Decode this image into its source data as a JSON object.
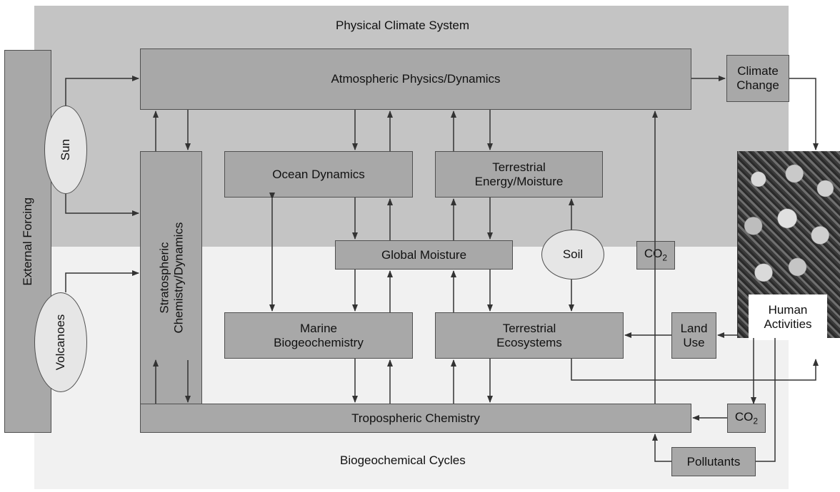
{
  "sections": {
    "top": "Physical Climate System",
    "bottom": "Biogeochemical Cycles"
  },
  "boxes": {
    "atmospheric": "Atmospheric Physics/Dynamics",
    "climate_change_line1": "Climate",
    "climate_change_line2": "Change",
    "external_forcing": "External Forcing",
    "stratospheric_line1": "Stratospheric",
    "stratospheric_line2": "Chemistry/Dynamics",
    "ocean_dynamics": "Ocean Dynamics",
    "terrestrial_energy_line1": "Terrestrial",
    "terrestrial_energy_line2": "Energy/Moisture",
    "global_moisture": "Global Moisture",
    "marine_line1": "Marine",
    "marine_line2": "Biogeochemistry",
    "terrestrial_eco_line1": "Terrestrial",
    "terrestrial_eco_line2": "Ecosystems",
    "land_use_line1": "Land",
    "land_use_line2": "Use",
    "tropospheric": "Tropospheric Chemistry",
    "pollutants": "Pollutants",
    "co2_main": "CO",
    "co2_right": "CO",
    "co2_sub": "2"
  },
  "ellipses": {
    "sun": "Sun",
    "volcanoes": "Volcanoes",
    "soil": "Soil"
  },
  "human_activities": {
    "line1": "Human",
    "line2": "Activities"
  },
  "colors": {
    "physical_bg": "#c4c4c4",
    "bio_bg": "#f1f1f1",
    "box_fill": "#a8a8a8",
    "ellipse_fill": "#e6e6e6",
    "line": "#333333"
  }
}
